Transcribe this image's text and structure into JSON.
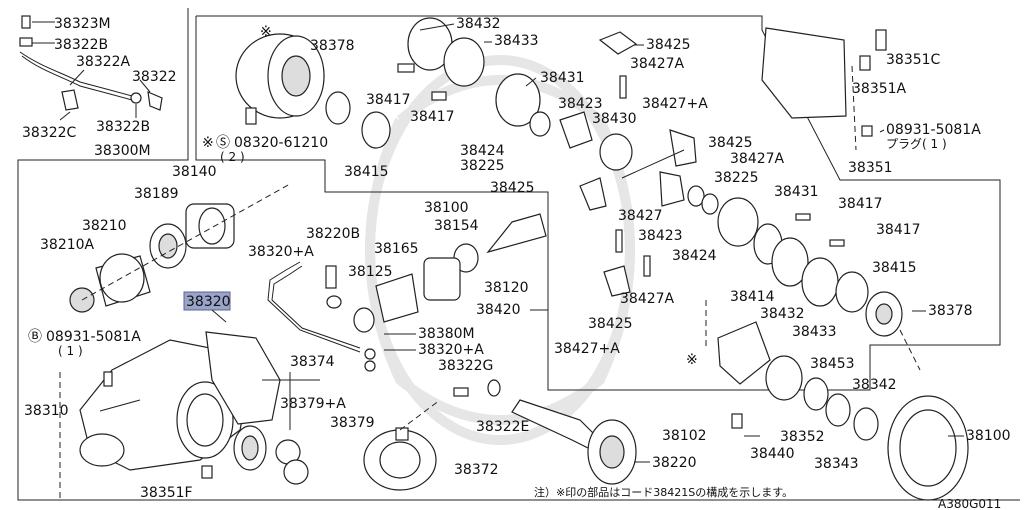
{
  "diagram_code": "A380G011",
  "note": "注）※印の部品はコード38421Sの構成を示します。",
  "labels": {
    "p38323M": "38323M",
    "p38322B_top": "38322B",
    "p38322A": "38322A",
    "p38322": "38322",
    "p38322C": "38322C",
    "p38322B_bot": "38322B",
    "p38300M": "38300M",
    "p38140": "38140",
    "p38189": "38189",
    "p38210": "38210",
    "p38210A": "38210A",
    "p38320A_top": "38320+A",
    "p38220B": "38220B",
    "p38320": "38320",
    "p38125": "38125",
    "p38165": "38165",
    "p38100_pinion": "38100",
    "p38154": "38154",
    "p38120": "38120",
    "p38420": "38420",
    "p08931_a": "08931-5081A",
    "p08931_a_qty": "( 1 )",
    "p38310": "38310",
    "p38374": "38374",
    "p38379A": "38379+A",
    "p38379": "38379",
    "p38380M": "38380M",
    "p38320A_mid": "38320+A",
    "p38322G": "38322G",
    "p38322E": "38322E",
    "p38372": "38372",
    "p38351F": "38351F",
    "p38220": "38220",
    "p38378_top": "38378",
    "p08320": "08320-61210",
    "p08320_qty": "( 2 )",
    "p38415_top": "38415",
    "p38417_a": "38417",
    "p38417_b": "38417",
    "p38432_top": "38432",
    "p38433_top": "38433",
    "p38431_top": "38431",
    "p38424_top": "38424",
    "p38225_top": "38225",
    "p38425_top": "38425",
    "p38427A_top": "38427A",
    "p38427pA_top": "38427+A",
    "p38423_top": "38423",
    "p38430": "38430",
    "p38425_mid": "38425",
    "p38427A_mid": "38427A",
    "p38425_left": "38425",
    "p38225_mid": "38225",
    "p38427": "38427",
    "p38423_mid": "38423",
    "p38424_mid": "38424",
    "p38431_mid": "38431",
    "p38417_c": "38417",
    "p38417_d": "38417",
    "p38415_mid": "38415",
    "p38414": "38414",
    "p38432_mid": "38432",
    "p38433_mid": "38433",
    "p38378_mid": "38378",
    "p38427A_bot": "38427A",
    "p38425_bot": "38425",
    "p38427pA_bot": "38427+A",
    "p38453": "38453",
    "p38342": "38342",
    "p38102": "38102",
    "p38352": "38352",
    "p38440": "38440",
    "p38343": "38343",
    "p38100_ring": "38100",
    "p38351C": "38351C",
    "p38351A": "38351A",
    "p08931_b": "08931-5081A",
    "p08931_b_sub": "プラグ( 1 )",
    "p38351": "38351",
    "star1": "※",
    "star2": "※",
    "star3": "※"
  }
}
